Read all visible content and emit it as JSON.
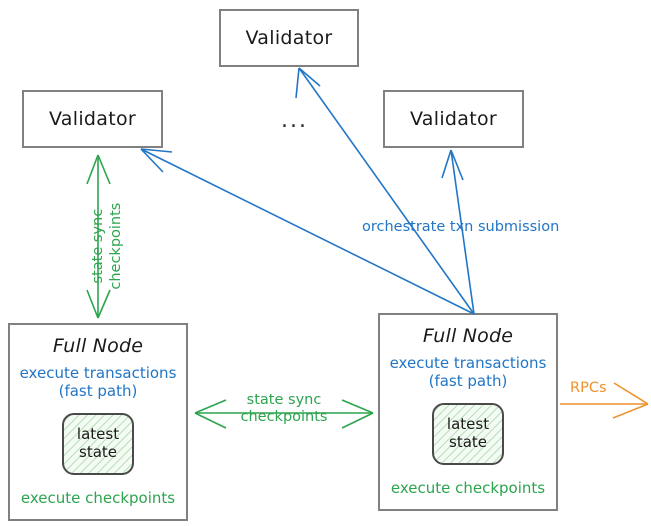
{
  "diagram": {
    "title": "Sui Full Node and Validator network diagram",
    "colors": {
      "blue": "#2176c7",
      "green": "#2da44e",
      "orange": "#f0922b",
      "box_border": "#808080",
      "text": "#1a1a1a",
      "chip_fill": "#f4fbf3"
    }
  },
  "validators": [
    {
      "id": "validator-top",
      "label": "Validator"
    },
    {
      "id": "validator-left",
      "label": "Validator"
    },
    {
      "id": "validator-right",
      "label": "Validator"
    }
  ],
  "ellipsis": {
    "label": "..."
  },
  "full_nodes": [
    {
      "id": "full-node-left",
      "title": "Full Node",
      "blue_line_1": "execute transactions",
      "blue_line_2": "(fast path)",
      "chip_line_1": "latest",
      "chip_line_2": "state",
      "green_footer": "execute checkpoints"
    },
    {
      "id": "full-node-right",
      "title": "Full Node",
      "blue_line_1": "execute transactions",
      "blue_line_2": "(fast path)",
      "chip_line_1": "latest",
      "chip_line_2": "state",
      "green_footer": "execute checkpoints"
    }
  ],
  "edges": {
    "orchestrate": {
      "label": "orchestrate txn submission",
      "color": "#2176c7"
    },
    "state_sync_vertical": {
      "line_1": "state sync",
      "line_2": "checkpoints",
      "color": "#2da44e"
    },
    "state_sync_horizontal": {
      "line_1": "state sync",
      "line_2": "checkpoints",
      "color": "#2da44e"
    },
    "rpcs": {
      "label": "RPCs",
      "color": "#f0922b"
    }
  }
}
